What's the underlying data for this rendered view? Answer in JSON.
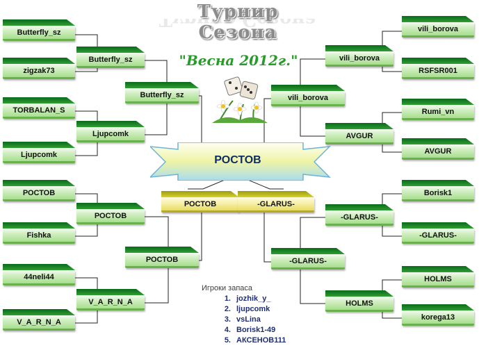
{
  "title": "Турнир Сезона",
  "subtitle": "\"Весна 2012г.\"",
  "champion": "РОСТОВ",
  "finalists": [
    "РОСТОВ",
    "-GLARUS-"
  ],
  "left": {
    "round1": [
      "Butterfly_sz",
      "zigzak73",
      "TORBALAN_S",
      "Ljupcomk",
      "РОСТОВ",
      "Fishka",
      "44neli44",
      "V_A_R_N_A"
    ],
    "round2": [
      "Butterfly_sz",
      "Ljupcomk",
      "РОСТОВ",
      "V_A_R_N_A"
    ],
    "round3": [
      "Butterfly_sz",
      "РОСТОВ"
    ]
  },
  "right": {
    "round1": [
      "vili_borova",
      "RSFSR001",
      "Rumi_vn",
      "AVGUR",
      "Borisk1",
      "-GLARUS-",
      "HOLMS",
      "korega13"
    ],
    "round2": [
      "vili_borova",
      "AVGUR",
      "-GLARUS-",
      "HOLMS"
    ],
    "round3": [
      "vili_borova",
      "-GLARUS-"
    ]
  },
  "reserves": {
    "title": "Игроки запаса",
    "players": [
      "jozhik_y_",
      "ljupcomk",
      "vsLina",
      "Borisk1-49",
      "АКСЕНОВ111"
    ]
  },
  "colors": {
    "box_dark": "#0a6a1a",
    "box_light": "#cfeec0",
    "final_gold": "#e7dc63",
    "banner_blue": "#0d2d68",
    "subtitle_green": "#2a9b2a"
  },
  "icons": [
    "dice-with-daisies-icon"
  ]
}
